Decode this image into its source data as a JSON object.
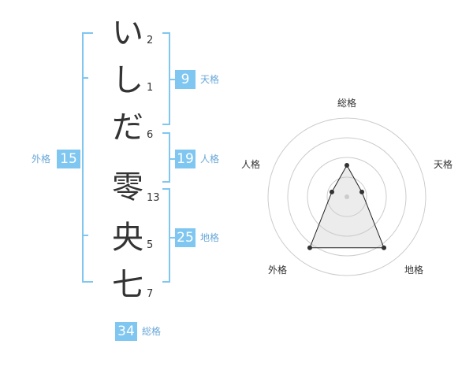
{
  "name_chars": [
    {
      "char": "い",
      "strokes": "2"
    },
    {
      "char": "し",
      "strokes": "1"
    },
    {
      "char": "だ",
      "strokes": "6"
    },
    {
      "char": "零",
      "strokes": "13"
    },
    {
      "char": "央",
      "strokes": "5"
    },
    {
      "char": "七",
      "strokes": "7"
    }
  ],
  "fortunes": {
    "tenkaku": {
      "value": "9",
      "label": "天格"
    },
    "jinkaku": {
      "value": "19",
      "label": "人格"
    },
    "chikaku": {
      "value": "25",
      "label": "地格"
    },
    "gaikaku": {
      "value": "15",
      "label": "外格"
    },
    "soukaku": {
      "value": "34",
      "label": "総格"
    }
  },
  "chart_data": {
    "type": "radar",
    "axes": [
      "総格",
      "天格",
      "地格",
      "外格",
      "人格"
    ],
    "levels": 4,
    "values": [
      2,
      1,
      4,
      4,
      1
    ],
    "max": 5
  },
  "colors": {
    "accent": "#7fc6f0",
    "label_blue": "#6aa8d8",
    "text": "#333333"
  }
}
